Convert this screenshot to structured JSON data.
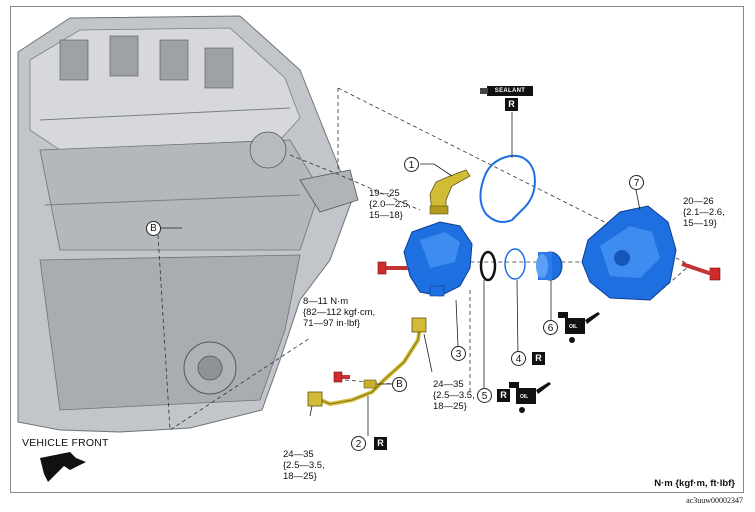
{
  "parts": {
    "p1": "1",
    "p2": "2",
    "p3": "3",
    "p4": "4",
    "p5": "5",
    "p6": "6",
    "p7": "7"
  },
  "callout_b": "B",
  "replace_badge": "R",
  "sealant_label": "SEALANT",
  "oil_label": "OIL",
  "torque": {
    "bolt_upper_left": [
      "19—25",
      "{2.0—2.5,",
      "15—18}"
    ],
    "bolt_right": [
      "20—26",
      "{2.1—2.6,",
      "15—19}"
    ],
    "bolt_small": [
      "8—11 N·m",
      "{82—112 kgf·cm,",
      "71—97 in·lbf}"
    ],
    "pipe_upper": [
      "24—35",
      "{2.5—3.5,",
      "18—25}"
    ],
    "pipe_lower": [
      "24—35",
      "{2.5—3.5,",
      "18—25}"
    ]
  },
  "vehicle_front": "VEHICLE FRONT",
  "units_note": "N·m {kgf·m, ft·lbf}",
  "figure_code": "ac3uuw00002347",
  "colors": {
    "part_blue": "#1e6fe0",
    "part_yellow": "#c8b02a",
    "engine_gray": "#b9bcc0"
  }
}
